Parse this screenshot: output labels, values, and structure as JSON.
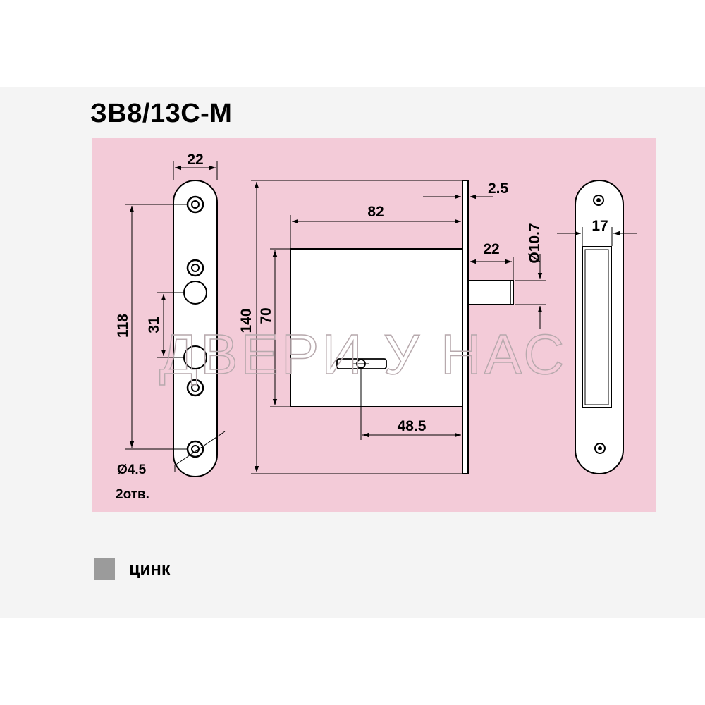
{
  "title": "ЗВ8/13С-М",
  "dimensions": {
    "front_plate_width": "22",
    "front_plate_height": "118",
    "hole_spacing": "31",
    "hole_diameter": "Ø4.5",
    "hole_count": "2отв.",
    "plate_thickness": "2.5",
    "case_depth": "82",
    "bolt_length": "22",
    "bolt_diameter": "Ø10.7",
    "total_height": "140",
    "case_height": "70",
    "backset": "48.5",
    "strike_width": "17"
  },
  "watermark": "ДВЕРИ У НАС",
  "legend": {
    "label": "цинк",
    "swatch_color": "#9b9b9b"
  },
  "colors": {
    "panel": "#f3cbd8",
    "background_band": "#f4f4f4",
    "drawing_fill": "#ffffff",
    "line": "#000000"
  }
}
